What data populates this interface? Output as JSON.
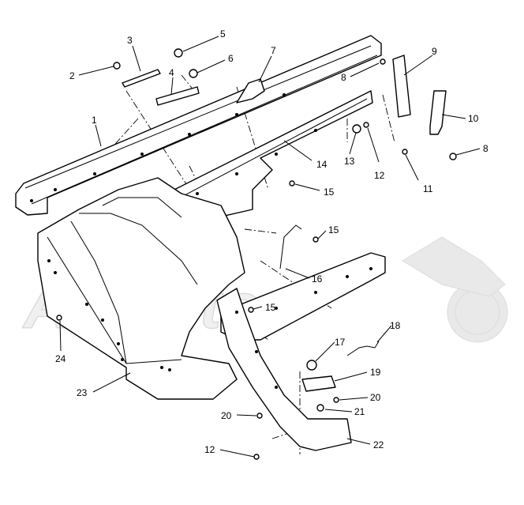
{
  "watermark": {
    "text": "AllMoto"
  },
  "callouts": {
    "c1": "1",
    "c2": "2",
    "c3": "3",
    "c4": "4",
    "c5": "5",
    "c6": "6",
    "c7": "7",
    "c8a": "8",
    "c8b": "8",
    "c9": "9",
    "c10": "10",
    "c11": "11",
    "c12a": "12",
    "c12b": "12",
    "c13": "13",
    "c14": "14",
    "c15a": "15",
    "c15b": "15",
    "c15c": "15",
    "c16": "16",
    "c17": "17",
    "c18": "18",
    "c19": "19",
    "c20a": "20",
    "c20b": "20",
    "c21": "21",
    "c22": "22",
    "c23": "23",
    "c24": "24"
  }
}
